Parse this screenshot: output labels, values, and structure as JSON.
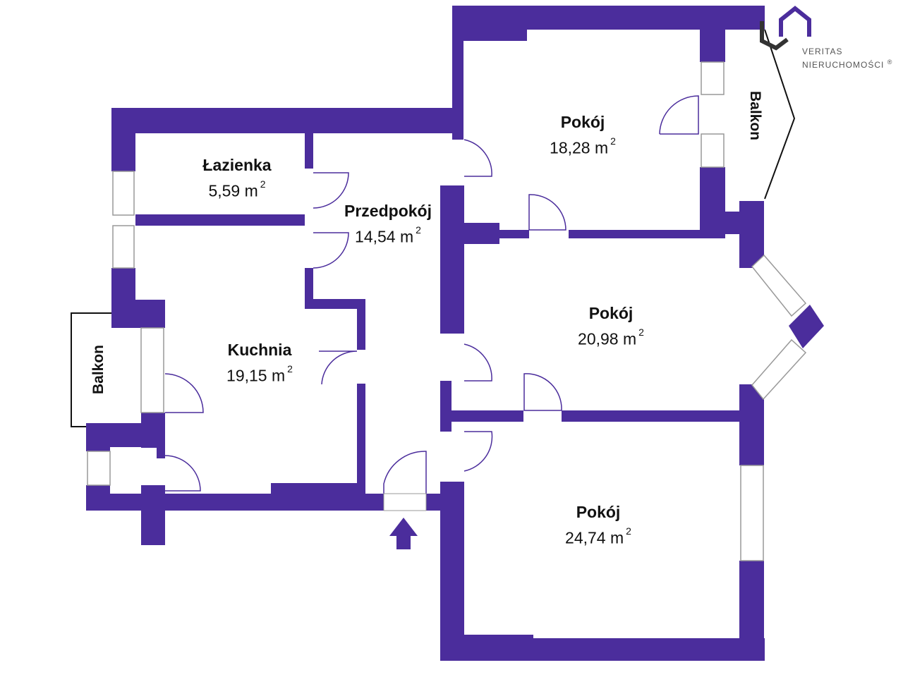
{
  "brand": {
    "line1": "VERITAS",
    "line2": "NIERUCHOMOŚCI",
    "mark": "®",
    "color": "#4b2d9c"
  },
  "colors": {
    "wall": "#4b2d9c",
    "background": "#ffffff"
  },
  "rooms": {
    "lazienka": {
      "name": "Łazienka",
      "area": "5,59 m",
      "unit_exp": "2"
    },
    "przedpokoj": {
      "name": "Przedpokój",
      "area": "14,54 m",
      "unit_exp": "2"
    },
    "kuchnia": {
      "name": "Kuchnia",
      "area": "19,15 m",
      "unit_exp": "2"
    },
    "pokoj1": {
      "name": "Pokój",
      "area": "18,28 m",
      "unit_exp": "2"
    },
    "pokoj2": {
      "name": "Pokój",
      "area": "20,98 m",
      "unit_exp": "2"
    },
    "pokoj3": {
      "name": "Pokój",
      "area": "24,74 m",
      "unit_exp": "2"
    }
  },
  "balconies": {
    "left": "Balkon",
    "right": "Balkon"
  },
  "icons": {
    "entrance": "entrance-arrow-icon",
    "logo": "house-logo-icon"
  }
}
